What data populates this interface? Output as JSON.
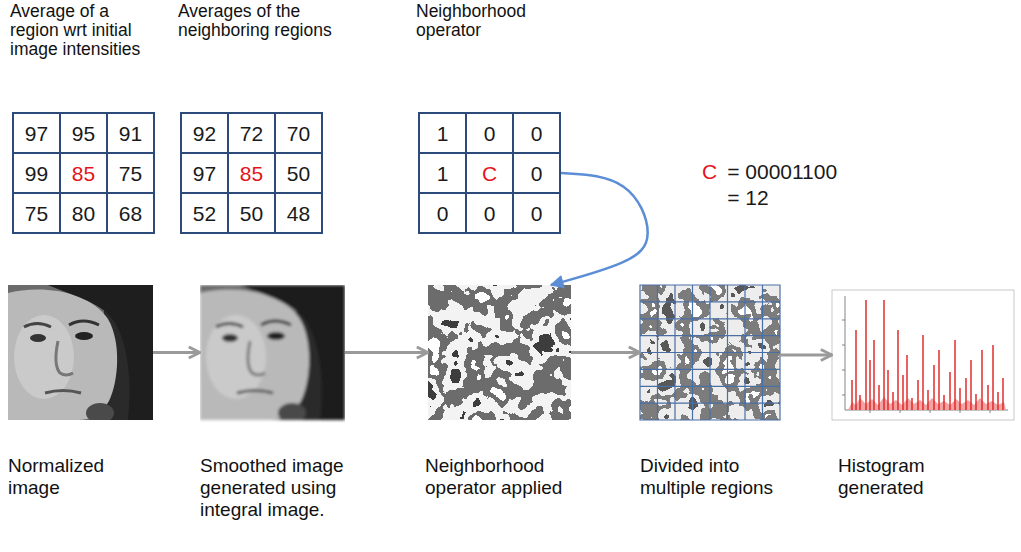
{
  "diagram": {
    "nodes": [
      {
        "text": [
          "Average of a region wrt initial image intensities",
          "97",
          "95",
          "91",
          "99",
          "85",
          "75",
          "75",
          "80",
          "68"
        ]
      },
      {
        "text": [
          "Averages of the neighboring regions",
          "92",
          "72",
          "70",
          "97",
          "85",
          "50",
          "52",
          "50",
          "48"
        ]
      },
      {
        "text": [
          "Neighborhood operator",
          "1",
          "0",
          "0",
          "1",
          "C",
          "0",
          "0",
          "0",
          "0"
        ]
      },
      {
        "text": [
          "Normalized image"
        ]
      },
      {
        "text": [
          "Smoothed image generated using integral image."
        ]
      },
      {
        "text": [
          "Neighborhood operator applied"
        ]
      },
      {
        "text": [
          "Divided into multiple regions"
        ]
      },
      {
        "text": [
          "Histogram generated"
        ]
      }
    ],
    "edges": [
      {
        "from": 2,
        "to": 5,
        "arrow": "to"
      },
      {
        "from": 3,
        "to": 4,
        "arrow": "to"
      },
      {
        "from": 4,
        "to": 5,
        "arrow": "to"
      },
      {
        "from": 5,
        "to": 6,
        "arrow": "to"
      },
      {
        "from": 6,
        "to": 7,
        "arrow": "to"
      }
    ],
    "labels": [
      "C",
      "= 00001100",
      "= 12"
    ]
  }
}
